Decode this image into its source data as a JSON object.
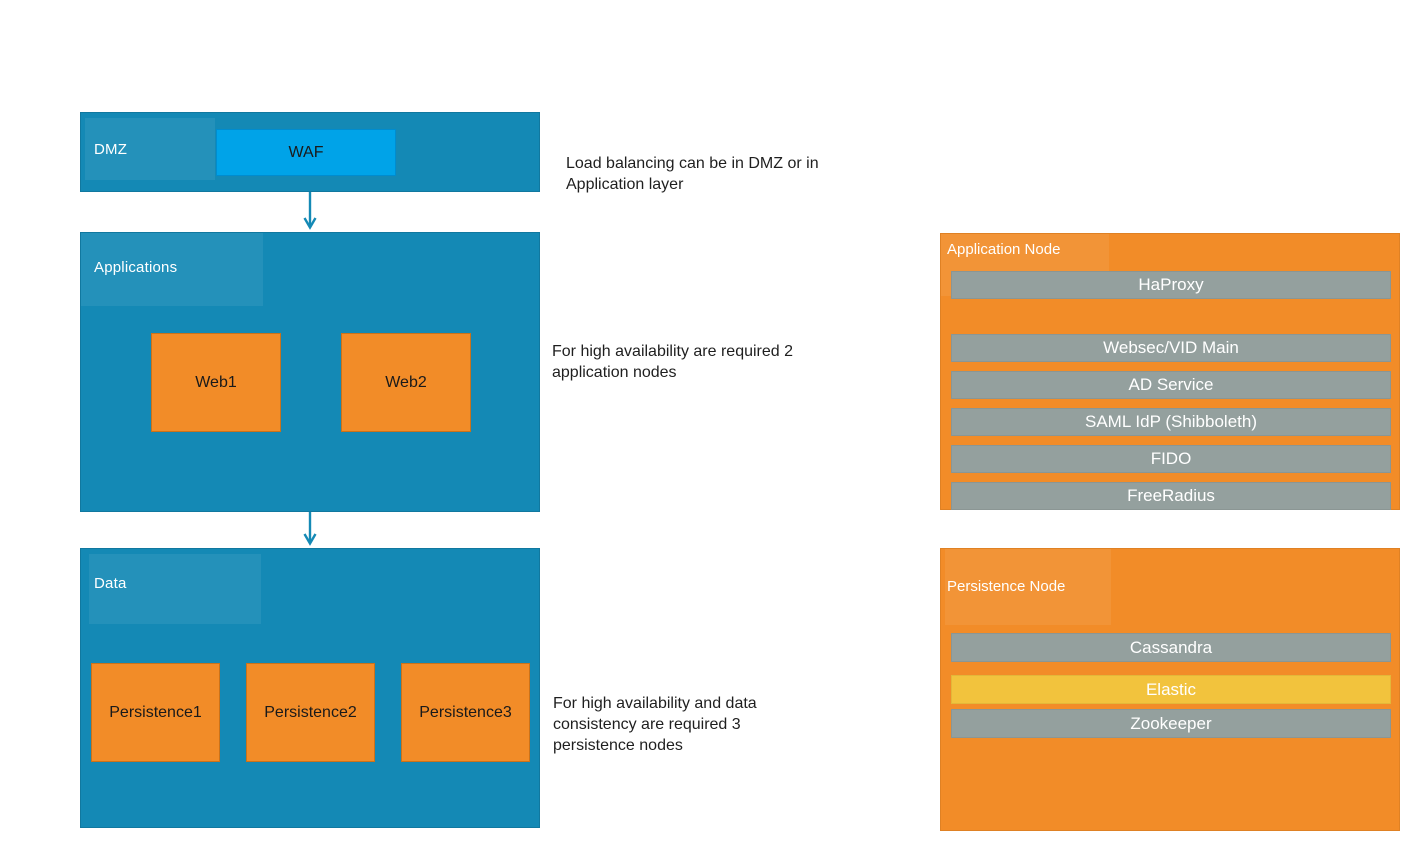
{
  "colors": {
    "layer_blue": "#1489B5",
    "waf_blue": "#00A3E8",
    "box_orange": "#F28C28",
    "bar_gray": "#94A09E",
    "elastic_yellow": "#F2C33D",
    "text_dark": "#1A1A1A"
  },
  "diagram": {
    "dmz": {
      "label": "DMZ",
      "waf": "WAF"
    },
    "applications": {
      "label": "Applications",
      "web1": "Web1",
      "web2": "Web2"
    },
    "data_layer": {
      "label": "Data",
      "persistence1": "Persistence1",
      "persistence2": "Persistence2",
      "persistence3": "Persistence3"
    },
    "annotations": {
      "dmz": "Load balancing can be in DMZ or in\nApplication layer",
      "applications": "For high availability are required 2\napplication nodes",
      "data": "For high availability and data\nconsistency are required 3\npersistence nodes"
    },
    "application_node": {
      "title": "Application Node",
      "services": [
        "HaProxy",
        "Websec/VID Main",
        "AD Service",
        "SAML IdP (Shibboleth)",
        "FIDO",
        "FreeRadius"
      ]
    },
    "persistence_node": {
      "title": "Persistence Node",
      "services": [
        "Cassandra",
        "Elastic",
        "Zookeeper"
      ]
    }
  }
}
